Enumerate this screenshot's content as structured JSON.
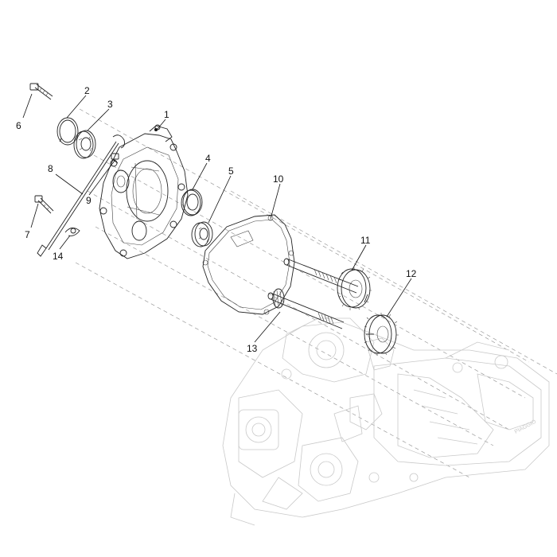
{
  "parts": [
    {
      "id": "1",
      "label": "1"
    },
    {
      "id": "2",
      "label": "2"
    },
    {
      "id": "3",
      "label": "3"
    },
    {
      "id": "4",
      "label": "4"
    },
    {
      "id": "5",
      "label": "5"
    },
    {
      "id": "6",
      "label": "6"
    },
    {
      "id": "7",
      "label": "7"
    },
    {
      "id": "8",
      "label": "8"
    },
    {
      "id": "9",
      "label": "9"
    },
    {
      "id": "10",
      "label": "10"
    },
    {
      "id": "11",
      "label": "11"
    },
    {
      "id": "12",
      "label": "12"
    },
    {
      "id": "13",
      "label": "13"
    },
    {
      "id": "14",
      "label": "14"
    }
  ],
  "engine_brand_mark": "PIAGGIO"
}
